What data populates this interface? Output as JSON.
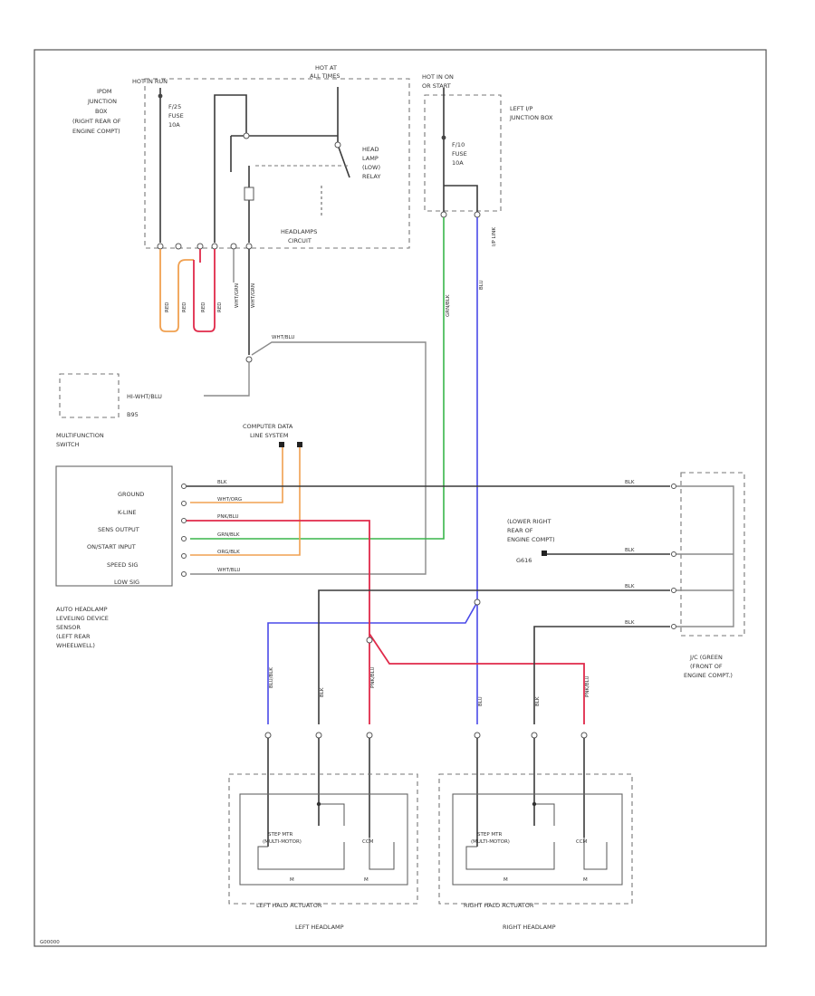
{
  "labels": {
    "hot_battery": "HOT IN RUN",
    "ipdm": [
      "IPDM",
      "JUNCTION",
      "BOX",
      "(RIGHT REAR OF",
      "ENGINE COMPT)"
    ],
    "fuse_a": [
      "F/25",
      "FUSE",
      "10A"
    ],
    "hot_at": [
      "HOT AT",
      "ALL TIMES"
    ],
    "headlamp_relay": [
      "HEAD",
      "LAMP",
      "(LOW)",
      "RELAY"
    ],
    "headlamps_circuit": [
      "HEADLAMPS",
      "CIRCUIT"
    ],
    "hot_in_on": [
      "HOT IN ON",
      "OR START"
    ],
    "left_ip": [
      "LEFT I/P",
      "JUNCTION BOX"
    ],
    "fuse_b": [
      "F/10",
      "FUSE",
      "10A"
    ],
    "ip_link": "I/P LINK",
    "multifunction": [
      "MULTIFUNCTION",
      "SWITCH"
    ],
    "multifunction_pin": "HI-WHT/BLU",
    "multifunction_pin2": "B95",
    "computer_data": [
      "COMPUTER DATA",
      "LINE SYSTEM"
    ],
    "sensor_pins": [
      "GROUND",
      "K-LINE",
      "SENS OUTPUT",
      "ON/START INPUT",
      "SPEED SIG",
      "LOW SIG"
    ],
    "sensor_wires": [
      "BLK",
      "WHT/ORG",
      "PNK/BLU",
      "GRN/BLK",
      "ORG/BLK",
      "WHT/BLU"
    ],
    "sensor_name": [
      "AUTO HEADLAMP",
      "LEVELING DEVICE",
      "SENSOR",
      "(LEFT REAR",
      "WHEELWELL)"
    ],
    "lower_right": [
      "(LOWER RIGHT",
      "REAR OF",
      "ENGINE COMPT)",
      "G616"
    ],
    "ground_pins": [
      "BLK",
      "BLK",
      "BLK",
      "BLK"
    ],
    "jc_name": [
      "J/C (GREEN",
      "(FRONT OF",
      "ENGINE COMPT.)"
    ],
    "wire_white_blu": "WHT/BLU",
    "wire_grn": "GRN/BLK",
    "wire_blu": "BLU",
    "wire_red": [
      "RED",
      "RED",
      "RED",
      "RED"
    ],
    "wire_wht": [
      "WHT/GRN",
      "WHT/GRN"
    ],
    "headlamp_wires_l": [
      "BLU/BLK",
      "BLK",
      "PNK/BLU"
    ],
    "headlamp_wires_r": [
      "BLU",
      "BLK",
      "PNK/BLU"
    ],
    "motor": "STEP MTR",
    "motor2": "(MULTI-MOTOR)",
    "ccm": "CCM",
    "m_labels": [
      "M",
      "M",
      "M",
      "M"
    ],
    "left_actuator": "LEFT HALO ACTUATOR",
    "right_actuator": "RIGHT HALO ACTUATOR",
    "left_headlamp": "LEFT HEADLAMP",
    "right_headlamp": "RIGHT HEADLAMP",
    "footer_code": "G00000"
  },
  "colors": {
    "orange": "#f0a050",
    "red": "#e02a4a",
    "green": "#39b54a",
    "blue": "#4a4ae8"
  }
}
